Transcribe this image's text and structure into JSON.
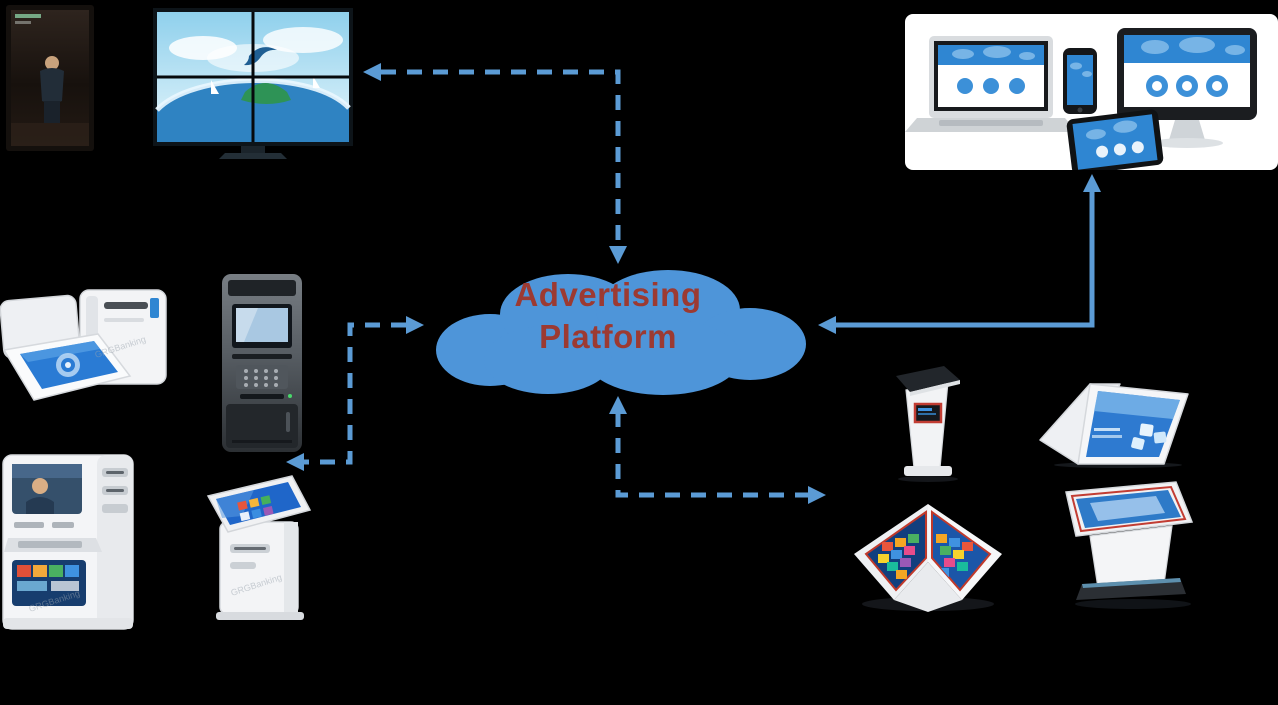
{
  "background_color": "#000000",
  "cloud": {
    "line1": "Advertising",
    "line2": "Platform",
    "fill_color": "#4e95d9",
    "text_color": "#9c3a32"
  },
  "arrows": {
    "color": "#5b9bd5",
    "items": [
      {
        "id": "platform-to-video-wall",
        "style": "dashed",
        "from": "advertising-platform",
        "to": "video-wall"
      },
      {
        "id": "platform-to-self-service-kiosks",
        "style": "dashed",
        "from": "advertising-platform",
        "to": "self-service-kiosks"
      },
      {
        "id": "platform-to-interactive-kiosks",
        "style": "dashed",
        "from": "advertising-platform",
        "to": "interactive-kiosks"
      },
      {
        "id": "web-devices-to-platform",
        "style": "solid",
        "from": "advertising-platform",
        "to": "web-devices"
      }
    ]
  },
  "watermark": "GRGBanking",
  "nodes": [
    {
      "id": "mirror-signage",
      "description": "vertical digital signage display"
    },
    {
      "id": "video-wall",
      "description": "2x2 video wall with dolphin seascape"
    },
    {
      "id": "web-devices",
      "description": "laptop, desktop, tablet and phone showing website"
    },
    {
      "id": "document-scanner",
      "description": "white self-service scanner devices"
    },
    {
      "id": "atm-kiosk",
      "description": "grey ATM cash kiosk"
    },
    {
      "id": "video-teller-machine",
      "description": "white video teller machine"
    },
    {
      "id": "ticket-kiosk",
      "description": "white touchscreen ticket kiosk"
    },
    {
      "id": "pedestal-kiosk",
      "description": "white pedestal kiosk with red-trim screen"
    },
    {
      "id": "tent-tablet",
      "description": "folded tablet tent display"
    },
    {
      "id": "pyramid-touch-table",
      "description": "pyramid multi-screen touch table"
    },
    {
      "id": "touch-table",
      "description": "tilted touchscreen table"
    }
  ]
}
